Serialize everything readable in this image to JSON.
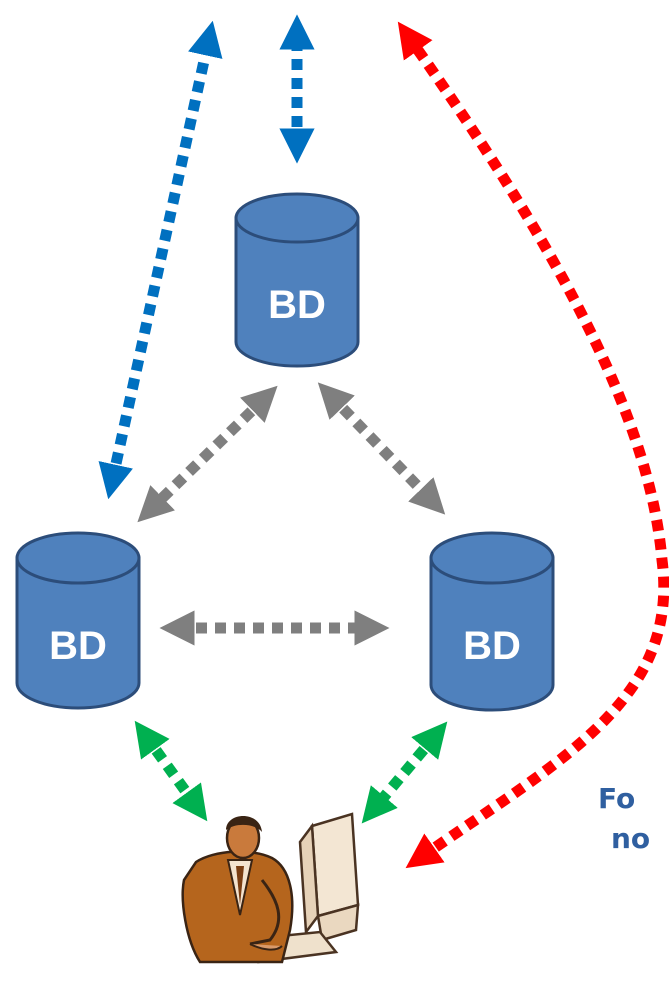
{
  "colors": {
    "db_fill": "#4f81bd",
    "db_top": "#5b8fcb",
    "db_stroke": "#2c4d7a",
    "blue_arrow": "#0070c0",
    "red_arrow": "#ff0000",
    "gray_arrow": "#7f7f7f",
    "green_arrow": "#00b050",
    "note_text": "#2f5fa0"
  },
  "databases": [
    {
      "id": "db-top",
      "label": "BD"
    },
    {
      "id": "db-left",
      "label": "BD"
    },
    {
      "id": "db-right",
      "label": "BD"
    }
  ],
  "note": {
    "line1": "Fo",
    "line2": "no"
  },
  "user": {
    "icon": "user-at-computer-icon"
  }
}
